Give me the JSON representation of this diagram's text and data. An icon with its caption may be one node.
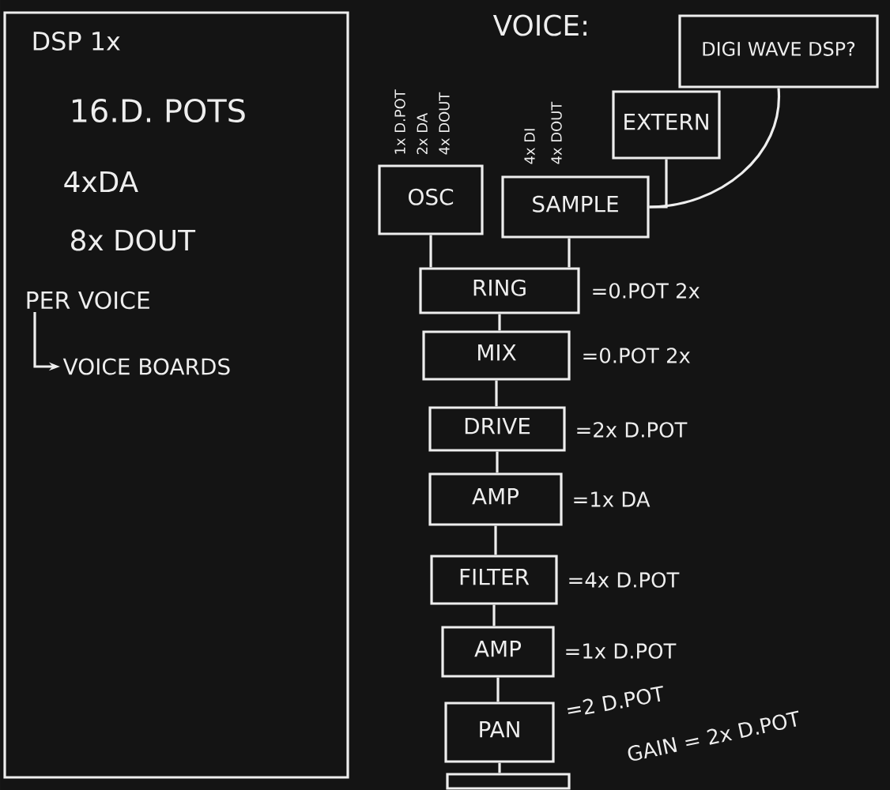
{
  "diagram": {
    "nodes": [
      {
        "text": [
          "DSP 1x",
          "16.D. POTS",
          "4xDA",
          "8x DOUT"
        ]
      },
      {
        "text": [
          "PER VOICE"
        ],
        "in": 0
      },
      {
        "text": [
          "VOICE BOARDS"
        ],
        "in": 0
      },
      {
        "text": [
          "OSC"
        ],
        "beside": [
          "1x D.POT",
          "2x DA",
          "4x DOUT"
        ]
      },
      {
        "text": [
          "SAMPLE"
        ],
        "beside": [
          "4x DI",
          "4x DOUT"
        ]
      },
      {
        "text": [
          "EXTERN"
        ]
      },
      {
        "text": [
          "DIGI WAVE DSP?"
        ]
      },
      {
        "text": [
          "RING"
        ],
        "beside": [
          "=0.POT 2x"
        ]
      },
      {
        "text": [
          "MIX"
        ],
        "beside": [
          "=0.POT 2x"
        ]
      },
      {
        "text": [
          "DRIVE"
        ],
        "beside": [
          "=2x D.POT"
        ]
      },
      {
        "text": [
          "AMP"
        ],
        "beside": [
          "=1x DA"
        ]
      },
      {
        "text": [
          "FILTER"
        ],
        "beside": [
          "=4x D.POT"
        ]
      },
      {
        "text": [
          "AMP"
        ],
        "beside": [
          "=1x D.POT"
        ]
      },
      {
        "text": [
          "PAN"
        ],
        "beside": [
          "=2 D.POT"
        ]
      },
      {
        "text": [],
        "shape": "box"
      }
    ],
    "edges": [
      {
        "from": 1,
        "to": 2,
        "arrow": "to"
      },
      {
        "from": 3,
        "to": 7,
        "arrow": "none"
      },
      {
        "from": 4,
        "to": 7,
        "arrow": "none"
      },
      {
        "from": 5,
        "to": 4,
        "arrow": "none"
      },
      {
        "from": 6,
        "to": 4,
        "arrow": "none"
      },
      {
        "from": 7,
        "to": 8,
        "arrow": "none"
      },
      {
        "from": 8,
        "to": 9,
        "arrow": "none"
      },
      {
        "from": 9,
        "to": 10,
        "arrow": "none"
      },
      {
        "from": 10,
        "to": 11,
        "arrow": "none"
      },
      {
        "from": 11,
        "to": 12,
        "arrow": "none"
      },
      {
        "from": 12,
        "to": 13,
        "arrow": "none"
      },
      {
        "from": 13,
        "to": 14,
        "arrow": "none"
      }
    ],
    "labels": [
      "VOICE:",
      "GAIN = 2x D.POT"
    ]
  }
}
